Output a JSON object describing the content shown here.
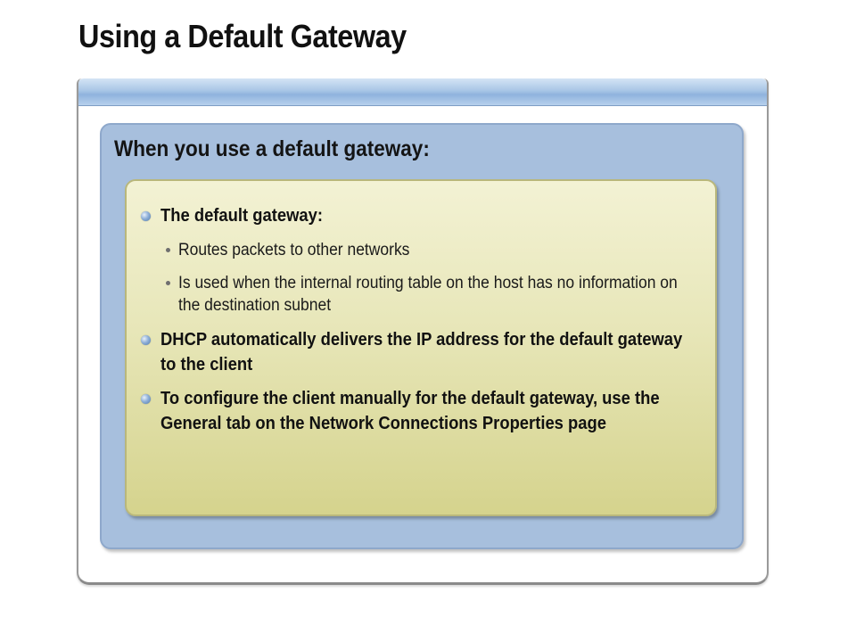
{
  "slide": {
    "title": "Using a Default Gateway"
  },
  "panel": {
    "heading": "When you use a default gateway:"
  },
  "bullets": [
    {
      "text": "The default gateway:",
      "icon": "disc-icon",
      "sub": [
        "Routes packets to other networks",
        "Is used when the internal routing table on the host has no information on the destination subnet"
      ]
    },
    {
      "text": "DHCP automatically delivers the IP address for the default gateway to the client",
      "icon": "disc-icon"
    },
    {
      "text": "To configure the client manually for the default gateway, use the General tab on the Network Connections Properties page",
      "icon": "disc-icon"
    }
  ],
  "colors": {
    "frame_bar": "#a9c6e6",
    "panel_blue": "#a7bfdd",
    "box_yellow": "#e7e6b8",
    "bullet_icon": "#4f79ad"
  }
}
